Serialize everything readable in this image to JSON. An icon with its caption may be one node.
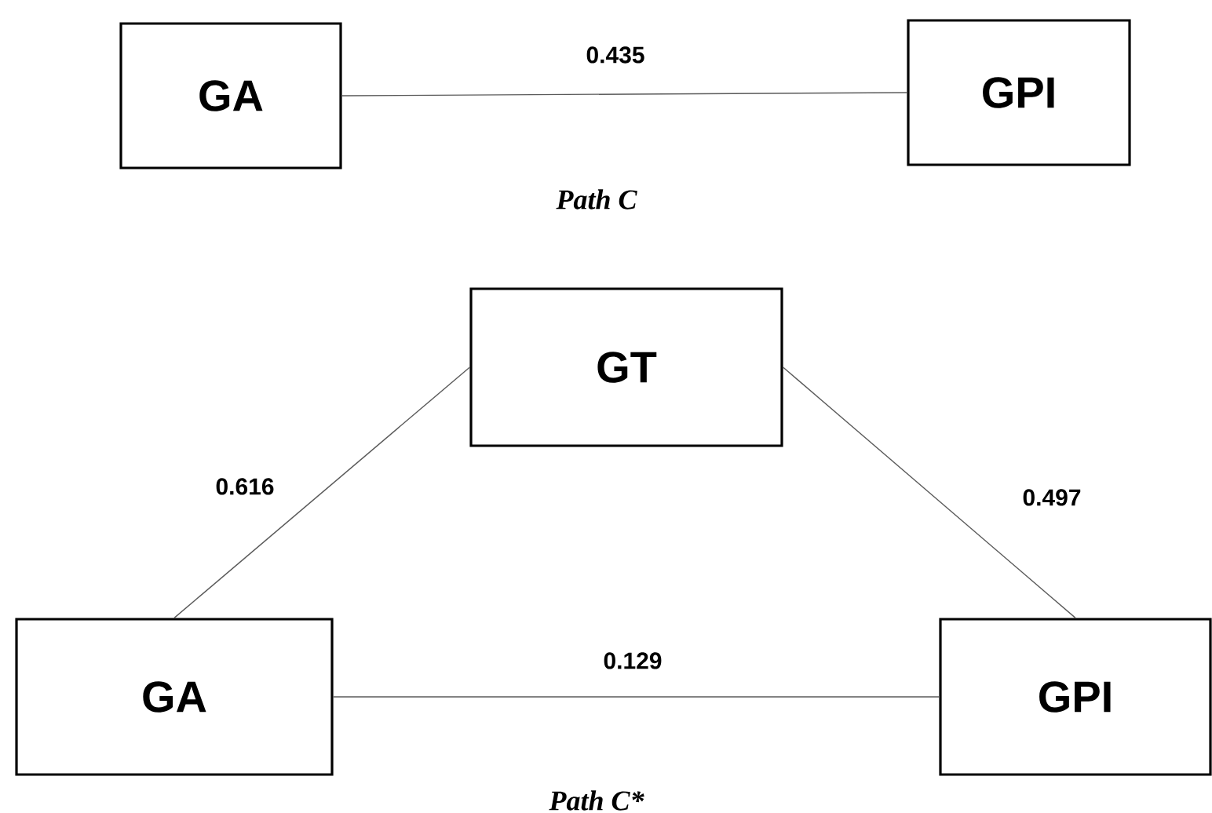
{
  "diagram": {
    "nodes": [
      {
        "text": [
          "GA"
        ]
      },
      {
        "text": [
          "GPI"
        ]
      },
      {
        "text": [
          "GT"
        ]
      },
      {
        "text": [
          "GA"
        ]
      },
      {
        "text": [
          "GPI"
        ]
      }
    ],
    "edges": [
      {
        "from": 0,
        "to": 1,
        "arrow": "none",
        "label": "0.435"
      },
      {
        "from": 3,
        "to": 2,
        "arrow": "none",
        "label": "0.616"
      },
      {
        "from": 2,
        "to": 4,
        "arrow": "none",
        "label": "0.497"
      },
      {
        "from": 3,
        "to": 4,
        "arrow": "none",
        "label": "0.129"
      }
    ],
    "labels": [
      "Path C",
      "Path C*"
    ]
  }
}
